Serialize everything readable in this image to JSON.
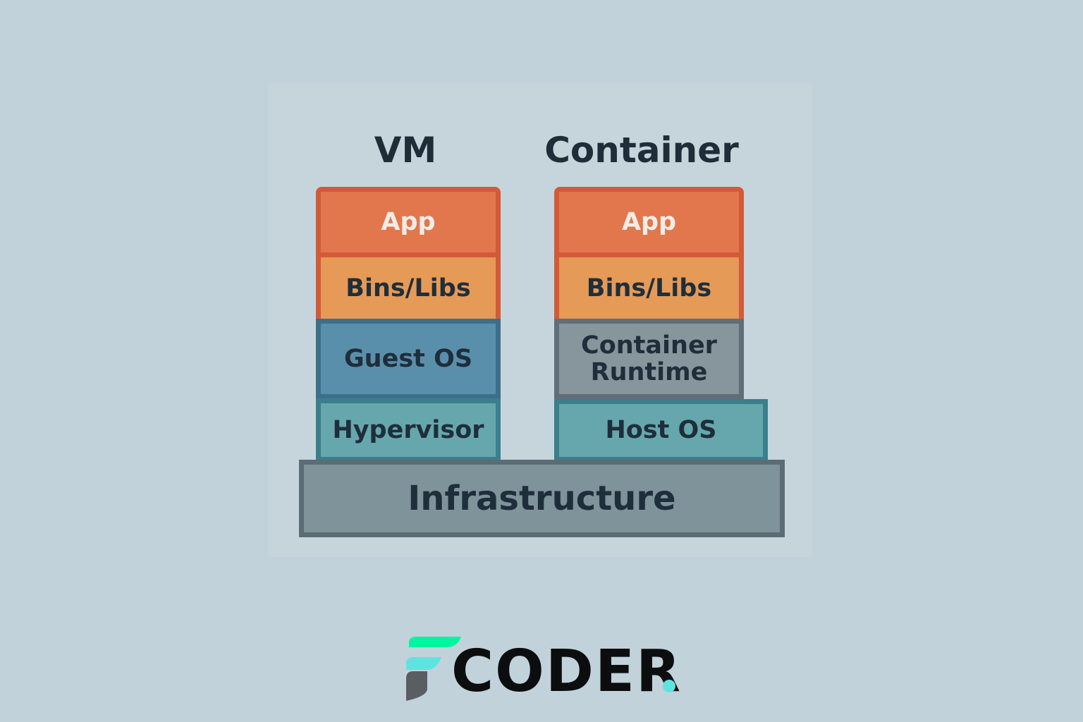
{
  "vm": {
    "title": "VM",
    "layers": [
      "App",
      "Bins/Libs",
      "Guest OS",
      "Hypervisor"
    ]
  },
  "container": {
    "title": "Container",
    "layers": [
      "App",
      "Bins/Libs",
      "Container\nRuntime",
      "Host OS"
    ]
  },
  "infrastructure": "Infrastructure",
  "logo": {
    "text": "CODER",
    "dot": "."
  },
  "colors": {
    "background": "#c1d2da",
    "app": "#e2774d",
    "bins": "#e59a57",
    "guest_os": "#5a8fab",
    "hypervisor": "#65a7ad",
    "runtime": "#87959c",
    "infrastructure": "#7f939a",
    "logo_green": "#00f5a0",
    "logo_cyan": "#5fe3e0"
  }
}
